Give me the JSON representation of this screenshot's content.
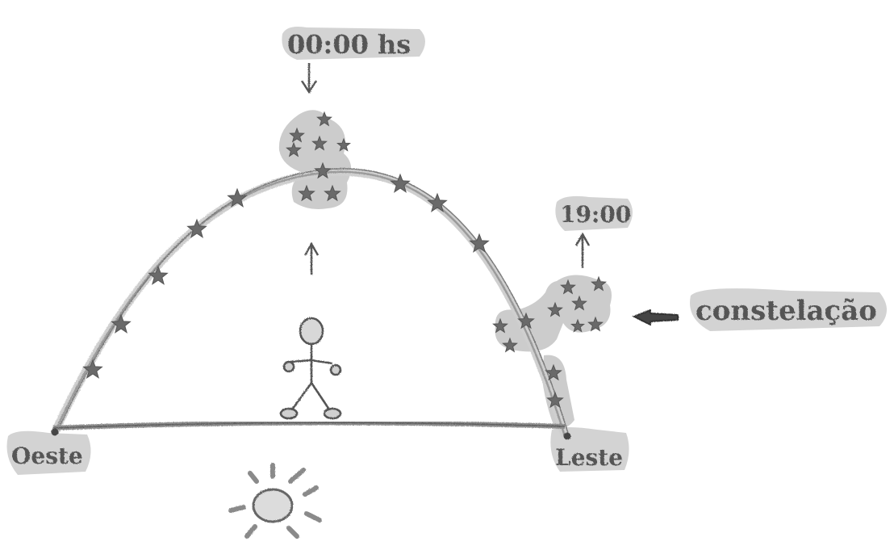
{
  "labels": {
    "midnight": "00:00 hs",
    "evening": "19:00",
    "constellation": "constelação",
    "west": "Oeste",
    "east": "Leste"
  },
  "colors": {
    "pencil": "#5a5a5a",
    "blob": "#cfcfcf",
    "star": "#6a6a6a"
  },
  "icons": {
    "observer": "stick-figure-icon",
    "sun": "sun-icon",
    "star": "star-icon"
  }
}
